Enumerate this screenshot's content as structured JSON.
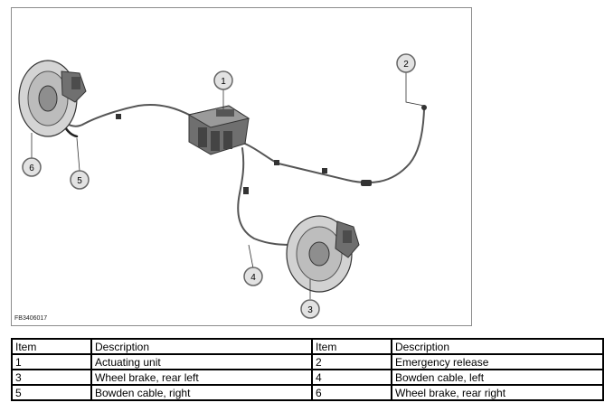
{
  "figure": {
    "code": "FB3406017",
    "callouts": [
      "1",
      "2",
      "3",
      "4",
      "5",
      "6"
    ]
  },
  "table": {
    "headers": [
      "Item",
      "Description",
      "Item",
      "Description"
    ],
    "rows": [
      [
        "1",
        "Actuating unit",
        "2",
        "Emergency release"
      ],
      [
        "3",
        "Wheel brake, rear left",
        "4",
        "Bowden cable, left"
      ],
      [
        "5",
        "Bowden cable, right",
        "6",
        "Wheel brake, rear right"
      ]
    ]
  }
}
